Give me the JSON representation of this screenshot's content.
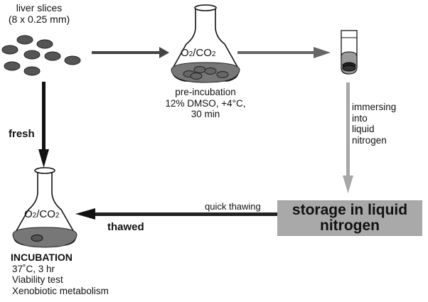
{
  "liver_slices": {
    "label_line1": "liver slices",
    "label_line2": "(8 x 0.25 mm)"
  },
  "pre_incubation_flask": {
    "gas_label_o": "O",
    "gas_label_sub1": "2",
    "gas_label_mid": "/CO",
    "gas_label_sub2": "2",
    "caption_line1": "pre-incubation",
    "caption_line2": "12% DMSO, +4°C,",
    "caption_line3": "30 min"
  },
  "cryo_tube": {
    "step_line1": "immersing",
    "step_line2": "into",
    "step_line3": "liquid",
    "step_line4": "nitrogen"
  },
  "storage": {
    "line1": "storage in liquid",
    "line2": "nitrogen"
  },
  "thawing": {
    "quick_label": "quick thawing",
    "thawed_label": "thawed"
  },
  "fresh_path": {
    "label": "fresh"
  },
  "incubation_flask": {
    "gas_label_o": "O",
    "gas_label_sub1": "2",
    "gas_label_mid": "/CO",
    "gas_label_sub2": "2",
    "title": "INCUBATION",
    "detail_line1": "37˚C, 3 hr",
    "detail_line2": "Viability test",
    "detail_line3": "Xenobiotic metabolism"
  },
  "colors": {
    "slice_fill": "#555555",
    "medium_fill": "#777777",
    "arrow_dark": "#111111",
    "arrow_mid": "#666666",
    "arrow_light": "#a8a8a8",
    "storage_box": "#a9a9a9"
  }
}
